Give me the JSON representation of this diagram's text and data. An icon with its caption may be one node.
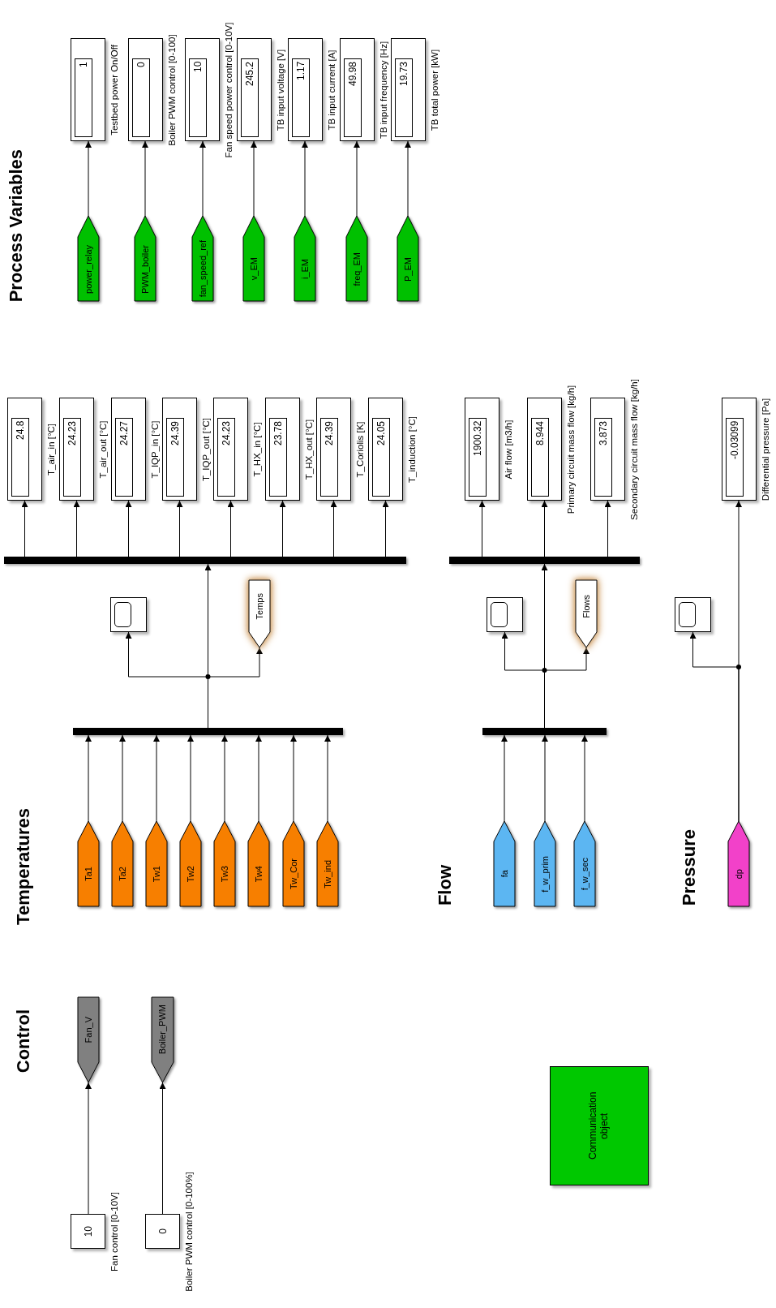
{
  "diagram": {
    "nodes": [
      {
        "text": [
          "1"
        ],
        "beside": [
          "Testbed power On/Off"
        ]
      },
      {
        "text": [
          "0"
        ],
        "beside": [
          "Boiler PWM control [0-100]"
        ]
      },
      {
        "text": [
          "10"
        ],
        "beside": [
          "Fan speed power control [0-10V]"
        ]
      },
      {
        "text": [
          "245.2"
        ],
        "beside": [
          "TB input voltage [V]"
        ]
      },
      {
        "text": [
          "1.17"
        ],
        "beside": [
          "TB input current [A]"
        ]
      },
      {
        "text": [
          "49.98"
        ],
        "beside": [
          "TB input frequency [Hz]"
        ]
      },
      {
        "text": [
          "19.73"
        ],
        "beside": [
          "TB total power [kW]"
        ]
      },
      {
        "text": [
          "power_relay"
        ]
      },
      {
        "text": [
          "PWM_boiler"
        ]
      },
      {
        "text": [
          "fan_speed_ref"
        ]
      },
      {
        "text": [
          "v_EM"
        ]
      },
      {
        "text": [
          "i_EM"
        ]
      },
      {
        "text": [
          "freq_EM"
        ]
      },
      {
        "text": [
          "P_EM"
        ]
      },
      {
        "text": [
          "24.8"
        ],
        "beside": [
          "T_air_in [°C]"
        ]
      },
      {
        "text": [
          "24.23"
        ],
        "beside": [
          "T_air_out [°C]"
        ]
      },
      {
        "text": [
          "24.27"
        ],
        "beside": [
          "T_IQP_in [°C]"
        ]
      },
      {
        "text": [
          "24.39"
        ],
        "beside": [
          "T_IQP_out [°C]"
        ]
      },
      {
        "text": [
          "24.23"
        ],
        "beside": [
          "T_HX_in [°C]"
        ]
      },
      {
        "text": [
          "23.78"
        ],
        "beside": [
          "T_HX_out [°C]"
        ]
      },
      {
        "text": [
          "24.39"
        ],
        "beside": [
          "T_Coriolis [K]"
        ]
      },
      {
        "text": [
          "24.05"
        ],
        "beside": [
          "T_induction [°C]"
        ]
      },
      {
        "text": [],
        "shape": "bar"
      },
      {
        "text": [],
        "shape": "box"
      },
      {
        "text": [
          "Temps"
        ]
      },
      {
        "text": [],
        "shape": "bar"
      },
      {
        "text": [
          "Ta1"
        ]
      },
      {
        "text": [
          "Ta2"
        ]
      },
      {
        "text": [
          "Tw1"
        ]
      },
      {
        "text": [
          "Tw2"
        ]
      },
      {
        "text": [
          "Tw3"
        ]
      },
      {
        "text": [
          "Tw4"
        ]
      },
      {
        "text": [
          "Tw_Cor"
        ]
      },
      {
        "text": [
          "Tw_ind"
        ]
      },
      {
        "text": [
          "1900.32"
        ],
        "beside": [
          "Air flow [m3/h]"
        ]
      },
      {
        "text": [
          "8.944"
        ],
        "beside": [
          "Primary circuit mass flow [kg/h]"
        ]
      },
      {
        "text": [
          "3.873"
        ],
        "beside": [
          "Secondary circuit mass flow [kg/h]"
        ]
      },
      {
        "text": [],
        "shape": "bar"
      },
      {
        "text": [],
        "shape": "box"
      },
      {
        "text": [
          "Flows"
        ]
      },
      {
        "text": [],
        "shape": "bar"
      },
      {
        "text": [
          "fa"
        ]
      },
      {
        "text": [
          "f_w_prim"
        ]
      },
      {
        "text": [
          "f_w_sec"
        ]
      },
      {
        "text": [
          "-0.03099"
        ],
        "beside": [
          "Differential pressure [Pa]"
        ]
      },
      {
        "text": [],
        "shape": "box"
      },
      {
        "text": [
          "dp"
        ]
      },
      {
        "text": [
          "Fan_V"
        ]
      },
      {
        "text": [
          "Boiler_PWM"
        ]
      },
      {
        "text": [
          "10"
        ],
        "beside": [
          "Fan control [0-10V]"
        ]
      },
      {
        "text": [
          "0"
        ],
        "beside": [
          "Boiler PWM control [0-100%]"
        ]
      },
      {
        "text": [
          "Communication object"
        ]
      }
    ],
    "edges": [
      {
        "from": 7,
        "to": 0,
        "arrow": "to"
      },
      {
        "from": 8,
        "to": 1,
        "arrow": "to"
      },
      {
        "from": 9,
        "to": 2,
        "arrow": "to"
      },
      {
        "from": 10,
        "to": 3,
        "arrow": "to"
      },
      {
        "from": 11,
        "to": 4,
        "arrow": "to"
      },
      {
        "from": 12,
        "to": 5,
        "arrow": "to"
      },
      {
        "from": 13,
        "to": 6,
        "arrow": "to"
      },
      {
        "from": 22,
        "to": 14,
        "arrow": "to"
      },
      {
        "from": 22,
        "to": 15,
        "arrow": "to"
      },
      {
        "from": 22,
        "to": 16,
        "arrow": "to"
      },
      {
        "from": 22,
        "to": 17,
        "arrow": "to"
      },
      {
        "from": 22,
        "to": 18,
        "arrow": "to"
      },
      {
        "from": 22,
        "to": 19,
        "arrow": "to"
      },
      {
        "from": 22,
        "to": 20,
        "arrow": "to"
      },
      {
        "from": 22,
        "to": 21,
        "arrow": "to"
      },
      {
        "from": 25,
        "to": 22,
        "arrow": "to"
      },
      {
        "from": 25,
        "to": 23,
        "arrow": "to"
      },
      {
        "from": 25,
        "to": 24,
        "arrow": "to"
      },
      {
        "from": 26,
        "to": 25,
        "arrow": "to"
      },
      {
        "from": 27,
        "to": 25,
        "arrow": "to"
      },
      {
        "from": 28,
        "to": 25,
        "arrow": "to"
      },
      {
        "from": 29,
        "to": 25,
        "arrow": "to"
      },
      {
        "from": 30,
        "to": 25,
        "arrow": "to"
      },
      {
        "from": 31,
        "to": 25,
        "arrow": "to"
      },
      {
        "from": 32,
        "to": 25,
        "arrow": "to"
      },
      {
        "from": 33,
        "to": 25,
        "arrow": "to"
      },
      {
        "from": 37,
        "to": 34,
        "arrow": "to"
      },
      {
        "from": 37,
        "to": 35,
        "arrow": "to"
      },
      {
        "from": 37,
        "to": 36,
        "arrow": "to"
      },
      {
        "from": 40,
        "to": 37,
        "arrow": "to"
      },
      {
        "from": 40,
        "to": 38,
        "arrow": "to"
      },
      {
        "from": 40,
        "to": 39,
        "arrow": "to"
      },
      {
        "from": 41,
        "to": 40,
        "arrow": "to"
      },
      {
        "from": 42,
        "to": 40,
        "arrow": "to"
      },
      {
        "from": 43,
        "to": 40,
        "arrow": "to"
      },
      {
        "from": 46,
        "to": 44,
        "arrow": "to"
      },
      {
        "from": 46,
        "to": 45,
        "arrow": "to"
      },
      {
        "from": 49,
        "to": 47,
        "arrow": "to"
      },
      {
        "from": 50,
        "to": 48,
        "arrow": "to"
      }
    ],
    "labels": [
      "Process Variables",
      "Temperatures",
      "Flow",
      "Pressure",
      "Control"
    ]
  }
}
